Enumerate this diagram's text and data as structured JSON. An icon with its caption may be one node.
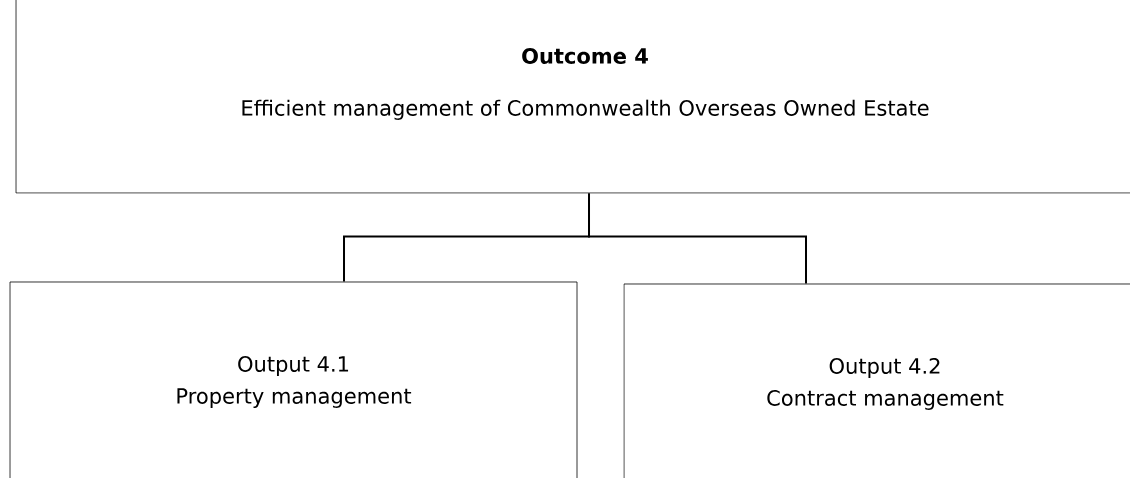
{
  "diagram": {
    "nodes": [
      {
        "text": [
          "Outcome 4",
          "Efficient management of Commonwealth Overseas Owned Estate"
        ]
      },
      {
        "text": [
          "Output 4.1",
          "Property management"
        ]
      },
      {
        "text": [
          "Output 4.2",
          "Contract management"
        ]
      }
    ],
    "edges": [
      {
        "from": 0,
        "to": 1,
        "arrow": "none"
      },
      {
        "from": 0,
        "to": 2,
        "arrow": "none"
      }
    ]
  }
}
